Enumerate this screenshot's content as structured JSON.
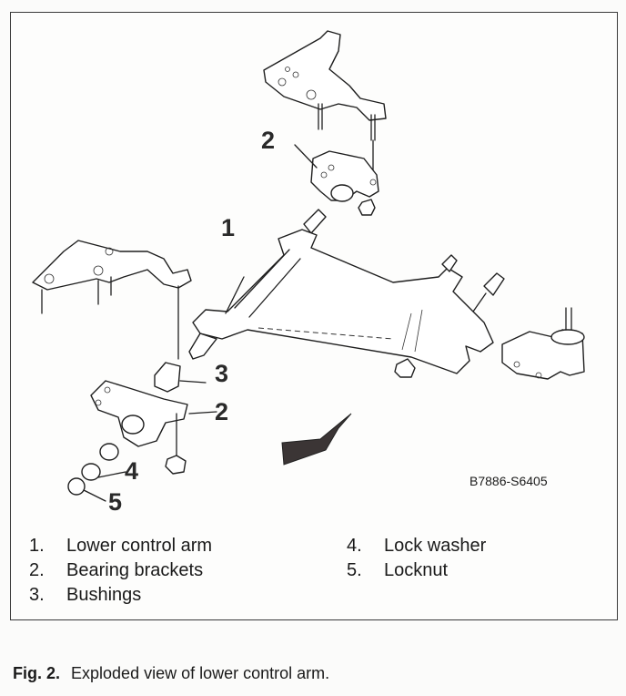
{
  "figure": {
    "drawing_code": "B7886-S6405",
    "callouts": {
      "arm": "1",
      "bracket_top": "2",
      "bushing": "3",
      "bracket_bottom": "2",
      "lock_washer": "4",
      "locknut": "5"
    },
    "direction_arrow": "forward-direction-arrow"
  },
  "legend": {
    "items": [
      {
        "num": "1.",
        "label": "Lower control arm"
      },
      {
        "num": "2.",
        "label": "Bearing brackets"
      },
      {
        "num": "3.",
        "label": "Bushings"
      },
      {
        "num": "4.",
        "label": "Lock washer"
      },
      {
        "num": "5.",
        "label": "Locknut"
      }
    ]
  },
  "caption": {
    "fig_label": "Fig. 2.",
    "text": "Exploded view of lower control arm."
  }
}
